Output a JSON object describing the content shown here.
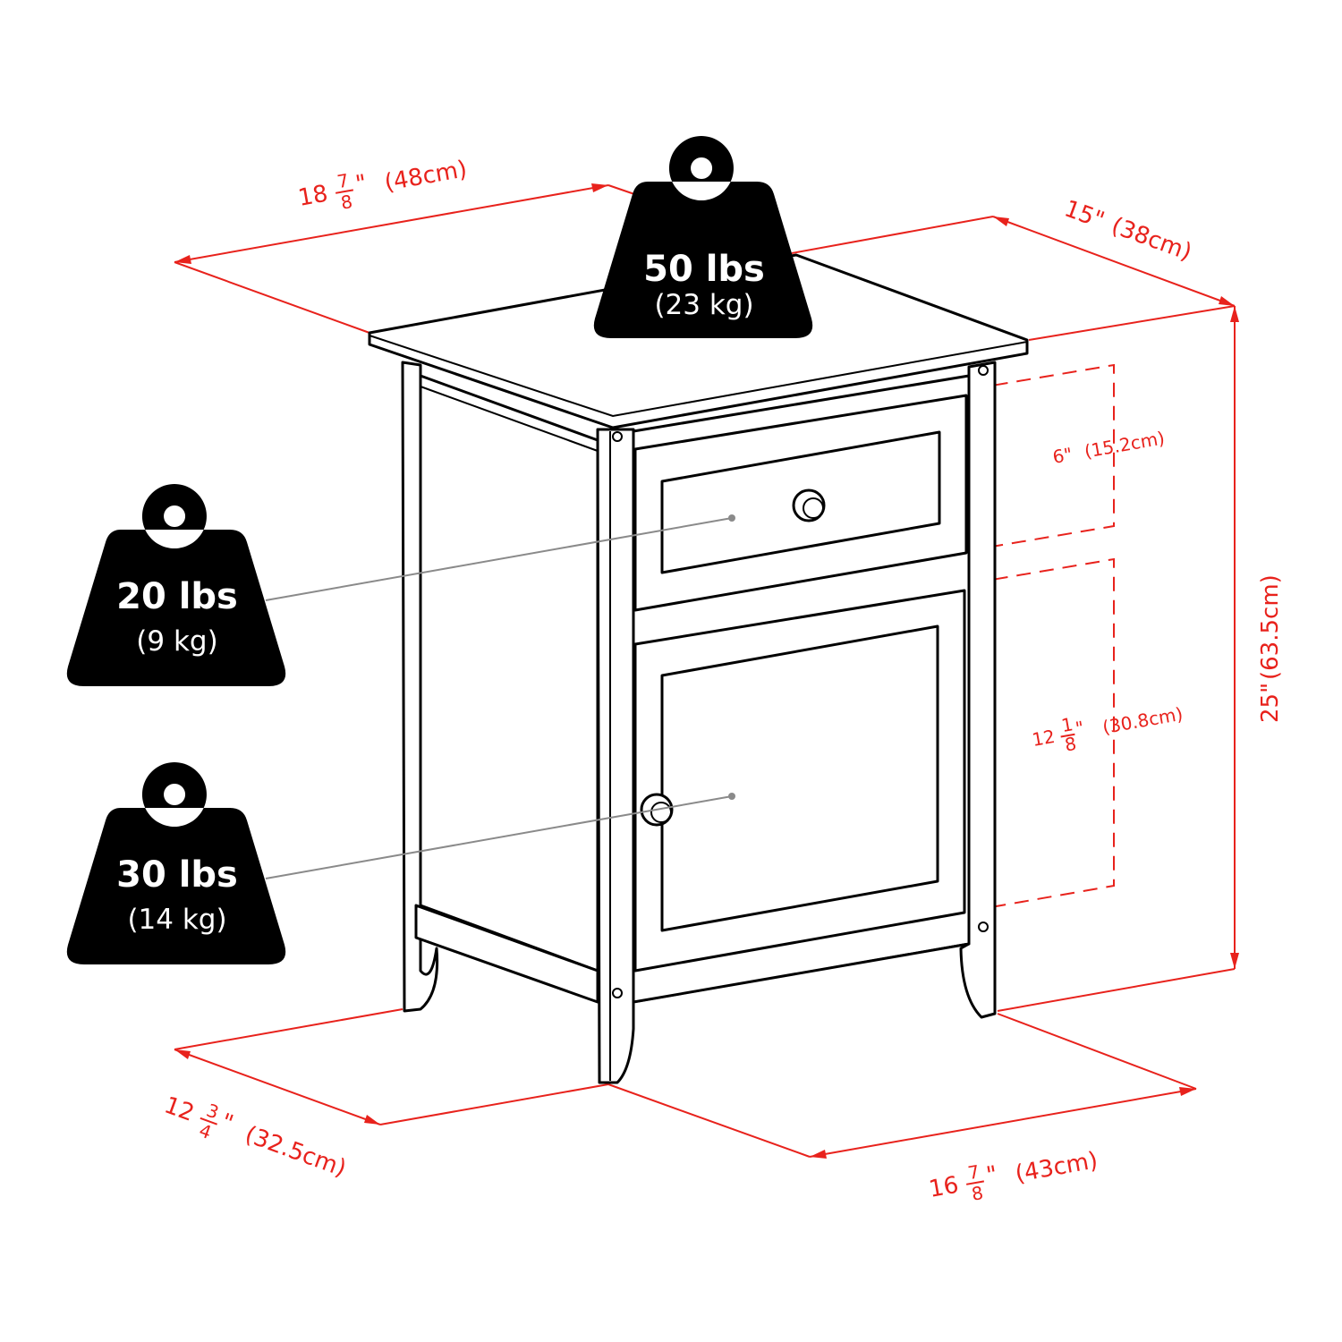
{
  "colors": {
    "dimension": "#e8221c",
    "outline": "#000000",
    "leader": "#8a8a8a",
    "weight_fill": "#000000",
    "weight_text": "#ffffff"
  },
  "dimensions": {
    "top_width": {
      "whole": "18",
      "num": "7",
      "den": "8",
      "unit": "\"",
      "metric": "(48cm)"
    },
    "top_depth": {
      "text": "15\"",
      "metric": "(38cm)"
    },
    "height": {
      "text": "25\"",
      "metric": "(63.5cm)"
    },
    "drawer_height": {
      "text": "6\"",
      "metric": "(15.2cm)"
    },
    "cabinet_height": {
      "whole": "12",
      "num": "1",
      "den": "8",
      "unit": "\"",
      "metric": "(30.8cm)"
    },
    "base_depth": {
      "whole": "12",
      "num": "3",
      "den": "4",
      "unit": "\"",
      "metric": "(32.5cm)"
    },
    "base_width": {
      "whole": "16",
      "num": "7",
      "den": "8",
      "unit": "\"",
      "metric": "(43cm)"
    }
  },
  "weights": {
    "top": {
      "lbs": "50 lbs",
      "kg": "(23 kg)",
      "icon": "weight-icon"
    },
    "drawer": {
      "lbs": "20 lbs",
      "kg": "(9 kg)",
      "icon": "weight-icon"
    },
    "cabinet": {
      "lbs": "30 lbs",
      "kg": "(14 kg)",
      "icon": "weight-icon"
    }
  }
}
